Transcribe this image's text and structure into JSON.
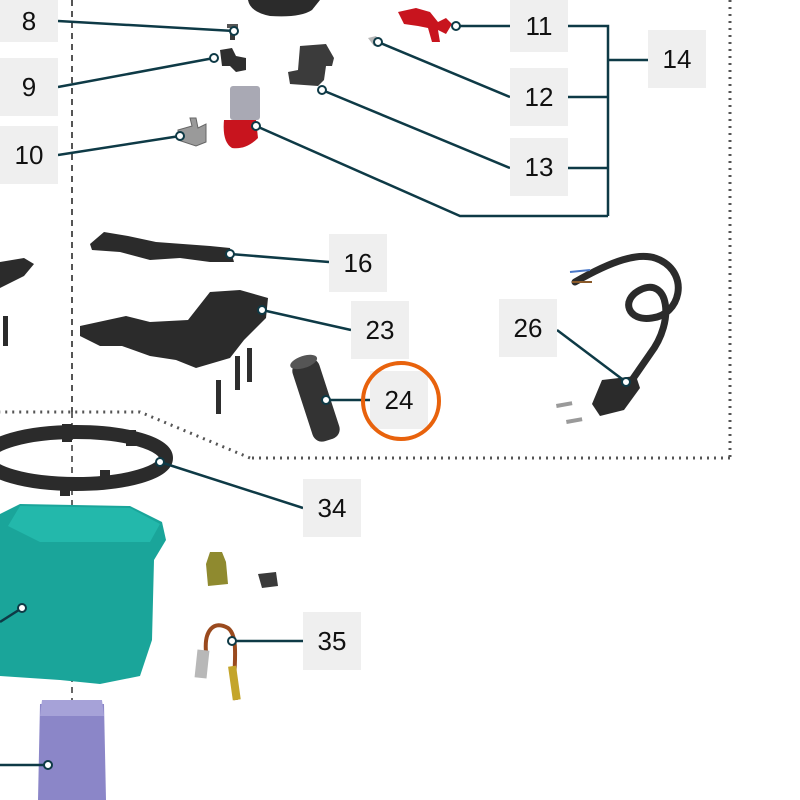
{
  "labels": {
    "l8": "8",
    "l9": "9",
    "l10": "10",
    "l11": "11",
    "l12": "12",
    "l13": "13",
    "l14": "14",
    "l16": "16",
    "l23": "23",
    "l24": "24",
    "l26": "26",
    "l34": "34",
    "l35": "35"
  },
  "highlighted_part": "24",
  "colors": {
    "leader_line": "#0e3a46",
    "highlight": "#e8620c",
    "label_bg": "#efefef",
    "housing_teal": "#1aa59a",
    "motor_purple": "#8b86c8",
    "part_dark": "#2b2b2b",
    "part_red": "#c8141e"
  }
}
